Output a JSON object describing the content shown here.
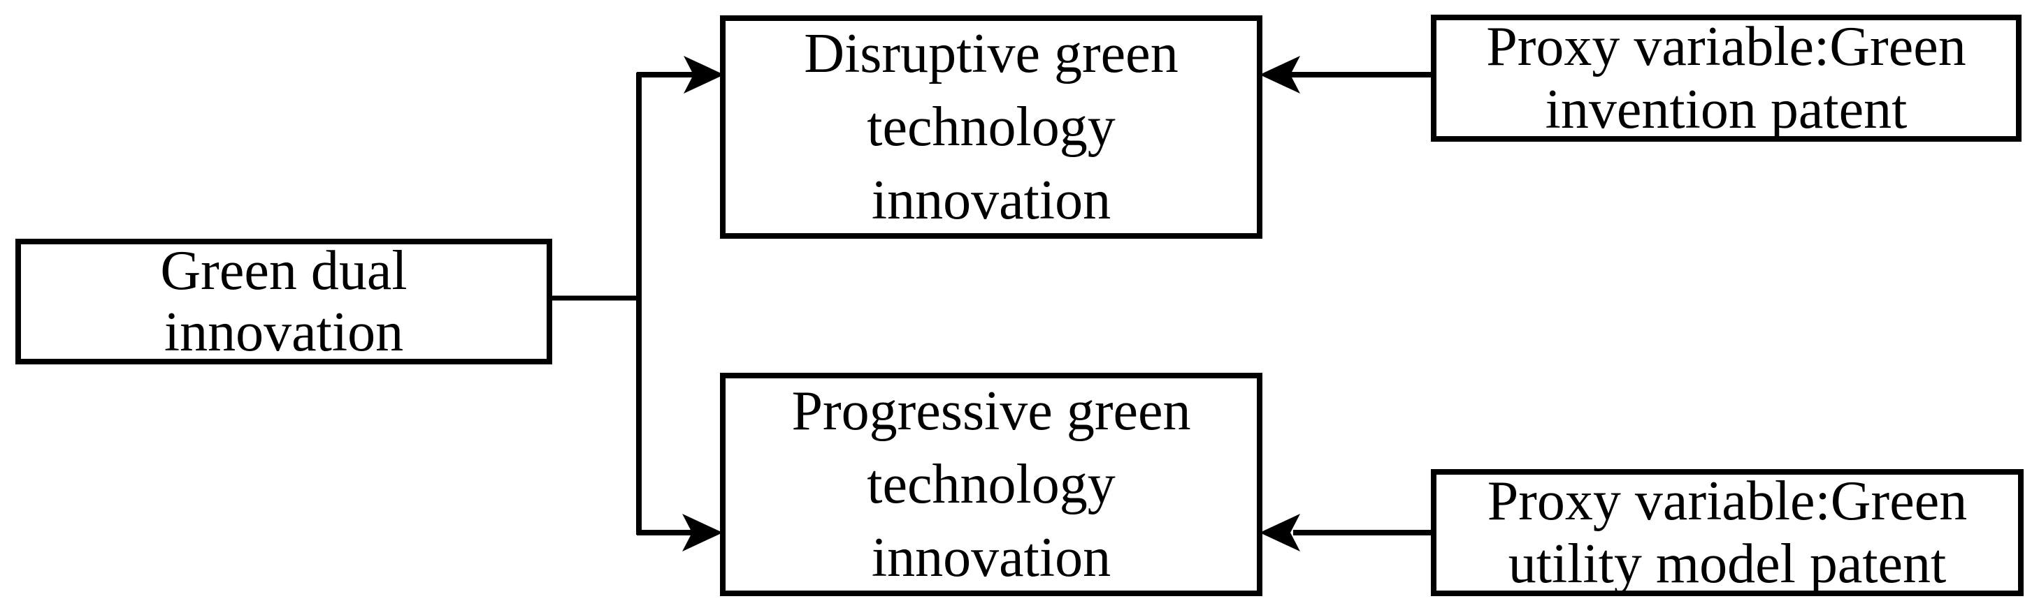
{
  "diagram": {
    "colors": {
      "background": "#ffffff",
      "line": "#000000",
      "text": "#000000"
    },
    "nodes": {
      "green_dual": {
        "lines": [
          "Green dual",
          "innovation"
        ]
      },
      "disruptive": {
        "lines": [
          "Disruptive green",
          "technology",
          "innovation"
        ]
      },
      "progressive": {
        "lines": [
          "Progressive green",
          "technology",
          "innovation"
        ]
      },
      "proxy_invention": {
        "lines": [
          "Proxy variable:Green",
          "invention patent"
        ]
      },
      "proxy_utility": {
        "lines": [
          "Proxy variable:Green",
          "utility model patent"
        ]
      }
    },
    "edges": [
      {
        "from": "green_dual",
        "to": "disruptive",
        "style": "arrow"
      },
      {
        "from": "green_dual",
        "to": "progressive",
        "style": "arrow"
      },
      {
        "from": "proxy_invention",
        "to": "disruptive",
        "style": "arrow"
      },
      {
        "from": "proxy_utility",
        "to": "progressive",
        "style": "arrow"
      }
    ]
  }
}
